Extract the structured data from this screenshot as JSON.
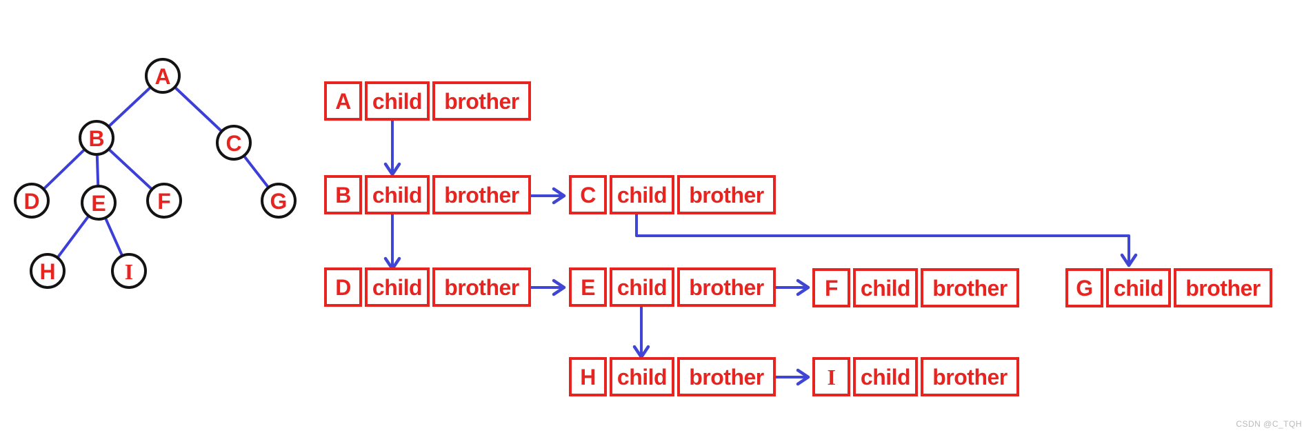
{
  "colors": {
    "red": "#e82421",
    "blue": "#3f45d4",
    "edge_blue": "#3c3ed8",
    "node_stroke": "#131313",
    "watermark_gray": "#b9b9b9"
  },
  "labels": {
    "child": "child",
    "brother": "brother"
  },
  "tree": {
    "nodes": [
      {
        "label": "A"
      },
      {
        "label": "B"
      },
      {
        "label": "C"
      },
      {
        "label": "D"
      },
      {
        "label": "E"
      },
      {
        "label": "F"
      },
      {
        "label": "G"
      },
      {
        "label": "H"
      },
      {
        "label": "I"
      }
    ],
    "edges": [
      [
        "A",
        "B"
      ],
      [
        "A",
        "C"
      ],
      [
        "B",
        "D"
      ],
      [
        "B",
        "E"
      ],
      [
        "B",
        "F"
      ],
      [
        "C",
        "G"
      ],
      [
        "E",
        "H"
      ],
      [
        "E",
        "I"
      ]
    ]
  },
  "list": {
    "nodes": [
      {
        "letter": "A"
      },
      {
        "letter": "B"
      },
      {
        "letter": "C"
      },
      {
        "letter": "D"
      },
      {
        "letter": "E"
      },
      {
        "letter": "F"
      },
      {
        "letter": "G"
      },
      {
        "letter": "H"
      },
      {
        "letter": "I"
      }
    ],
    "child_links": [
      [
        "A",
        "B"
      ],
      [
        "B",
        "D"
      ],
      [
        "C",
        "G"
      ],
      [
        "E",
        "H"
      ]
    ],
    "brother_links": [
      [
        "B",
        "C"
      ],
      [
        "D",
        "E"
      ],
      [
        "E",
        "F"
      ],
      [
        "H",
        "I"
      ]
    ]
  },
  "watermark": "CSDN @C_TQH"
}
